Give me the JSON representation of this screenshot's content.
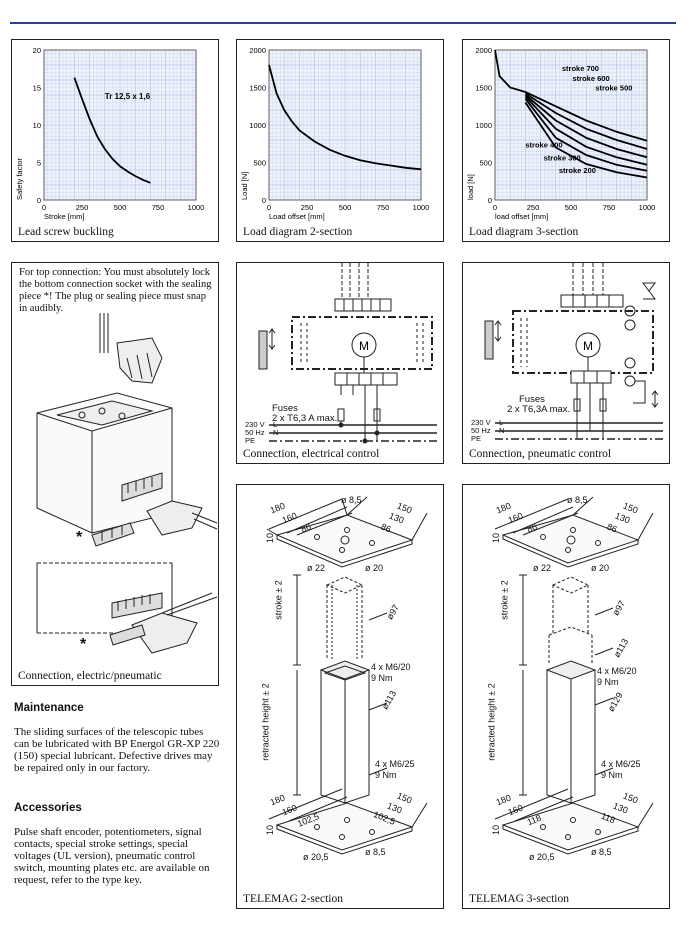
{
  "charts": {
    "buckling": {
      "caption": "Lead screw buckling",
      "ylabel": "Safety factor",
      "xlabel": "Stroke [mm]",
      "curve_label": "Tr 12,5 x 1,6",
      "xticks": [
        "0",
        "250",
        "500",
        "750",
        "1000"
      ],
      "yticks": [
        "20",
        "15",
        "10",
        "5",
        "0"
      ]
    },
    "load2": {
      "caption": "Load diagram 2-section",
      "ylabel": "Load [N]",
      "xlabel": "Load offset [mm]",
      "xticks": [
        "0",
        "250",
        "500",
        "750",
        "1000"
      ],
      "yticks": [
        "2000",
        "1500",
        "1000",
        "500",
        "0"
      ]
    },
    "load3": {
      "caption": "Load diagram 3-section",
      "ylabel": "load [N]",
      "xlabel": "load offset [mm]",
      "xticks": [
        "0",
        "250",
        "500",
        "750",
        "1000"
      ],
      "yticks": [
        "2000",
        "1500",
        "1000",
        "500",
        "0"
      ],
      "labels": [
        "stroke 700",
        "stroke 600",
        "stroke 500",
        "stroke 400",
        "stroke 300",
        "stroke 200"
      ]
    }
  },
  "chart_data": [
    {
      "type": "line",
      "title": "Lead screw buckling",
      "xlabel": "Stroke [mm]",
      "ylabel": "Safety factor",
      "xlim": [
        0,
        1000
      ],
      "ylim": [
        0,
        20
      ],
      "grid": true,
      "series": [
        {
          "name": "Tr 12,5 x 1,6",
          "x": [
            200,
            250,
            300,
            350,
            400,
            450,
            500,
            550,
            600,
            650,
            700
          ],
          "y": [
            16.3,
            13.5,
            10.8,
            8.5,
            6.8,
            5.5,
            4.5,
            3.8,
            3.2,
            2.7,
            2.3
          ]
        }
      ]
    },
    {
      "type": "line",
      "title": "Load diagram 2-section",
      "xlabel": "Load offset [mm]",
      "ylabel": "Load [N]",
      "xlim": [
        0,
        1000
      ],
      "ylim": [
        0,
        2000
      ],
      "grid": true,
      "series": [
        {
          "x": [
            0,
            50,
            100,
            150,
            200,
            300,
            400,
            500,
            600,
            700,
            800,
            900,
            1000
          ],
          "y": [
            1800,
            1420,
            1200,
            1050,
            930,
            780,
            670,
            590,
            530,
            490,
            460,
            430,
            410
          ]
        }
      ]
    },
    {
      "type": "line",
      "title": "Load diagram 3-section",
      "xlabel": "load offset [mm]",
      "ylabel": "load [N]",
      "xlim": [
        0,
        1000
      ],
      "ylim": [
        0,
        2000
      ],
      "grid": true,
      "series": [
        {
          "name": "stroke 200",
          "x": [
            200,
            400,
            600,
            800,
            1000
          ],
          "y": [
            1300,
            700,
            480,
            370,
            300
          ]
        },
        {
          "name": "stroke 300",
          "x": [
            200,
            400,
            600,
            800,
            1000
          ],
          "y": [
            1350,
            830,
            600,
            470,
            390
          ]
        },
        {
          "name": "stroke 400",
          "x": [
            200,
            400,
            600,
            800,
            1000
          ],
          "y": [
            1380,
            950,
            710,
            570,
            470
          ]
        },
        {
          "name": "stroke 500",
          "x": [
            200,
            400,
            600,
            800,
            1000
          ],
          "y": [
            1400,
            1060,
            830,
            680,
            570
          ]
        },
        {
          "name": "stroke 600",
          "x": [
            200,
            400,
            600,
            800,
            1000
          ],
          "y": [
            1420,
            1160,
            950,
            800,
            680
          ]
        },
        {
          "name": "stroke 700",
          "x": [
            200,
            400,
            600,
            800,
            1000
          ],
          "y": [
            1440,
            1250,
            1060,
            910,
            790
          ]
        }
      ]
    }
  ],
  "topconn": {
    "text": "For top connection: You must absolutely lock the bottom connection socket with the sealing piece *! The plug or sealing piece must snap in audibly.",
    "caption": "Connection, electric/pneumatic",
    "star": "*"
  },
  "elec": {
    "caption": "Connection, electrical control",
    "fuses": "Fuses",
    "fuses_spec": "2 x T6,3 A max.",
    "volt": "230 V",
    "hz": "50 Hz",
    "L": "L",
    "N": "N",
    "PE": "PE",
    "M": "M"
  },
  "pneu": {
    "caption": "Connection, pneumatic control",
    "fuses": "Fuses",
    "fuses_spec": "2 x T6,3A max.",
    "volt": "230 V",
    "hz": "50 Hz",
    "L": "L",
    "N": "N",
    "PE": "PE",
    "M": "M"
  },
  "maintenance": {
    "title": "Maintenance",
    "text": "The sliding surfaces of the telescopic tubes can be lubricated with BP Energol GR-XP 220 (150) special lubricant. Defective drives may be repaired only in our factory."
  },
  "accessories": {
    "title": "Accessories",
    "text": "Pulse shaft encoder, potentiometers, signal contacts, special stroke settings, special voltages (UL version), pneumatic control switch, mounting plates etc. are available on request, refer to the type key."
  },
  "tm2": {
    "caption": "TELEMAG 2-section",
    "top": [
      "180",
      "160",
      "86",
      "ø 8,5",
      "150",
      "130",
      "86",
      "10",
      "ø 22",
      "ø 20"
    ],
    "stroke": "stroke ± 2",
    "d97": "ø97",
    "m620": "4 x M6/20",
    "nm9a": "9 Nm",
    "d113": "ø113",
    "retracted": "retracted height ± 2",
    "m625": "4 x M6/25",
    "nm9b": "9 Nm",
    "bottom": [
      "180",
      "160",
      "102,5",
      "150",
      "130",
      "102,5",
      "10",
      "ø 20,5",
      "ø 8,5"
    ]
  },
  "tm3": {
    "caption": "TELEMAG 3-section",
    "top": [
      "180",
      "160",
      "86",
      "ø 8,5",
      "150",
      "130",
      "86",
      "10",
      "ø 22",
      "ø 20"
    ],
    "stroke": "stroke ± 2",
    "d97": "ø97",
    "d113": "ø113",
    "m620": "4 x M6/20",
    "nm9a": "9 Nm",
    "retracted": "retracted height ± 2",
    "d129": "ø129",
    "m625": "4 x M6/25",
    "nm9b": "9 Nm",
    "bottom": [
      "180",
      "160",
      "118",
      "150",
      "130",
      "118",
      "10",
      "ø 20,5",
      "ø 8,5"
    ]
  }
}
